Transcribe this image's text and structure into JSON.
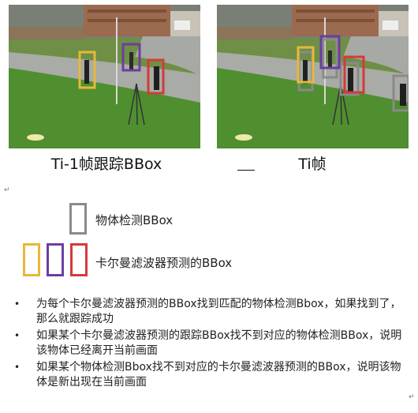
{
  "frames": {
    "left_caption": "Ti-1帧跟踪BBox",
    "separator": "—",
    "right_caption": "Ti帧"
  },
  "marks": {
    "return_mark": "↵"
  },
  "legend": {
    "detection_label": "物体检测BBox",
    "kalman_label": "卡尔曼滤波器预测的BBox",
    "colors": {
      "detection": "#8a8a8a",
      "yellow": "#e8b83a",
      "purple": "#6a3fa0",
      "red": "#d43a3a"
    }
  },
  "bullets": [
    "为每个卡尔曼滤波器预测的BBox找到匹配的物体检测Bbox，如果找到了，那么就跟踪成功",
    "如果某个卡尔曼滤波器预测的跟踪BBox找不到对应的物体检测BBox，说明该物体已经离开当前画面",
    "如果某个物体检测Bbox找不到对应的卡尔曼滤波器预测的BBox，说明该物体是新出现在当前画面"
  ]
}
